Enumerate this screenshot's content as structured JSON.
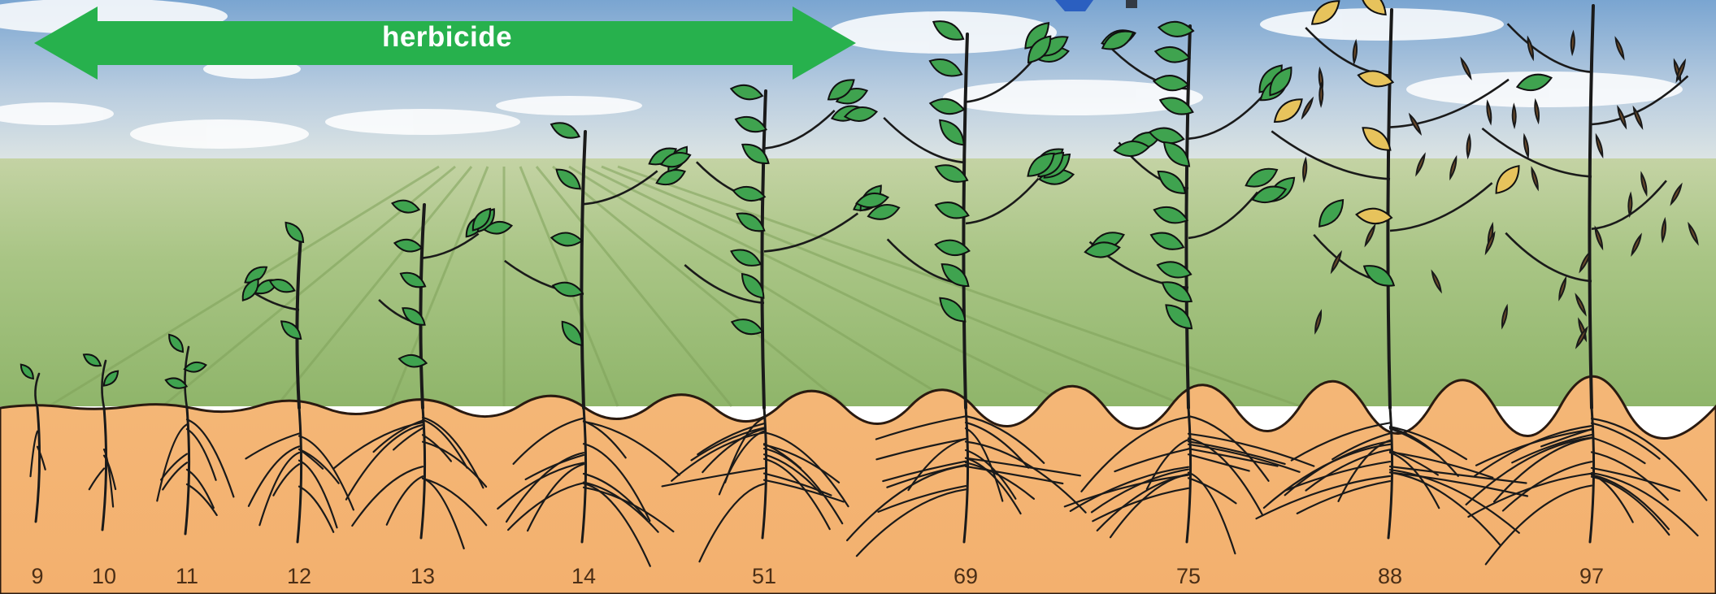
{
  "herbicide_label": "herbicide",
  "stages": [
    {
      "label": "9"
    },
    {
      "label": "10"
    },
    {
      "label": "11"
    },
    {
      "label": "12"
    },
    {
      "label": "13"
    },
    {
      "label": "14"
    },
    {
      "label": "51"
    },
    {
      "label": "69"
    },
    {
      "label": "75"
    },
    {
      "label": "88"
    },
    {
      "label": "97"
    }
  ],
  "colors": {
    "sky_top": "#7da7d2",
    "sky_bottom": "#d6e2ea",
    "field_far": "#b3c98f",
    "field_near": "#9bbf73",
    "soil": "#f2b171",
    "arrow": "#27b14d",
    "leaf_green": "#3fa34f",
    "leaf_yellow": "#e7c35c",
    "stem": "#1a1a1a"
  }
}
